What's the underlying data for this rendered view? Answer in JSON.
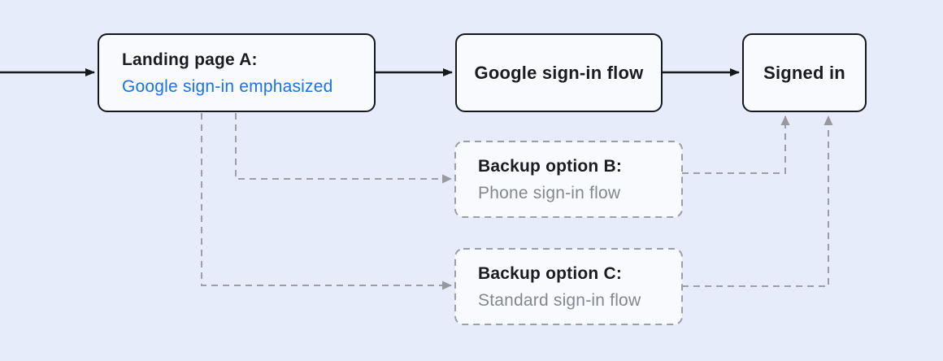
{
  "diagram": {
    "background_color": "#E6ECFA",
    "node_fill_color": "#F8FAFE",
    "solid_line_color": "#15181D",
    "dashed_line_color": "#9AA0A6",
    "accent_blue": "#1A73E8",
    "gray_text_color": "#84878D"
  },
  "nodes": [
    {
      "id": "landing-a",
      "title": "Landing page A:",
      "subtitle": "Google sign-in emphasized",
      "subtitle_color": "blue",
      "border_style": "solid"
    },
    {
      "id": "google-flow",
      "label": "Google sign-in flow",
      "border_style": "solid"
    },
    {
      "id": "signed-in",
      "label": "Signed in",
      "border_style": "solid"
    },
    {
      "id": "backup-b",
      "title": "Backup option B:",
      "subtitle": "Phone sign-in flow",
      "subtitle_color": "gray",
      "border_style": "dashed"
    },
    {
      "id": "backup-c",
      "title": "Backup option C:",
      "subtitle": "Standard sign-in flow",
      "subtitle_color": "gray",
      "border_style": "dashed"
    }
  ],
  "edges": [
    {
      "from": "start",
      "to": "landing-a",
      "style": "solid"
    },
    {
      "from": "landing-a",
      "to": "google-flow",
      "style": "solid"
    },
    {
      "from": "google-flow",
      "to": "signed-in",
      "style": "solid"
    },
    {
      "from": "landing-a",
      "to": "backup-b",
      "style": "dashed"
    },
    {
      "from": "landing-a",
      "to": "backup-c",
      "style": "dashed"
    },
    {
      "from": "backup-b",
      "to": "signed-in",
      "style": "dashed"
    },
    {
      "from": "backup-c",
      "to": "signed-in",
      "style": "dashed"
    }
  ]
}
